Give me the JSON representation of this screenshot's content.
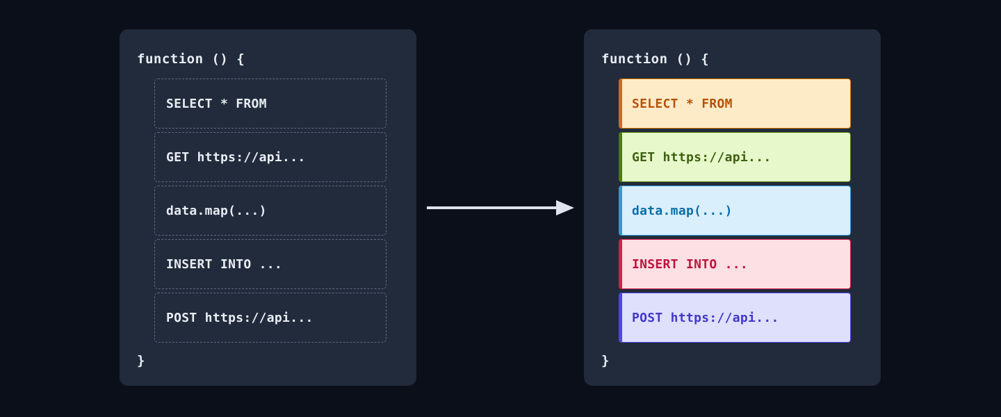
{
  "theme": {
    "page_background": "#0b0f19",
    "card_background": "#222b3b",
    "plain_text": "#e8edf5",
    "plain_border": "#5c6b80",
    "arrow_color": "#dde4ee"
  },
  "arrow": {
    "name": "transform-arrow",
    "direction": "right"
  },
  "before_panel": {
    "name": "code-panel-before",
    "open_brace": "function () {",
    "close_brace": "}",
    "rows": [
      {
        "code": "SELECT * FROM"
      },
      {
        "code": "GET https://api..."
      },
      {
        "code": "data.map(...)"
      },
      {
        "code": "INSERT INTO ..."
      },
      {
        "code": "POST https://api..."
      }
    ]
  },
  "after_panel": {
    "name": "code-panel-after",
    "open_brace": "function () {",
    "close_brace": "}",
    "rows": [
      {
        "code": "SELECT * FROM",
        "fill": "#fdebc8",
        "border": "#d97706",
        "accent": "#d2691e",
        "text": "#b45309"
      },
      {
        "code": "GET https://api...",
        "fill": "#e7f8cb",
        "border": "#4d7c0f",
        "accent": "#4d7c0f",
        "text": "#3f6212"
      },
      {
        "code": "data.map(...)",
        "fill": "#daeffc",
        "border": "#3498db",
        "accent": "#3498db",
        "text": "#0b6ea8"
      },
      {
        "code": "INSERT INTO ...",
        "fill": "#fde0e4",
        "border": "#d81f4a",
        "accent": "#d81f4a",
        "text": "#be123c"
      },
      {
        "code": "POST https://api...",
        "fill": "#dfe0fb",
        "border": "#4f46e5",
        "accent": "#4f46e5",
        "text": "#4338ca"
      }
    ]
  }
}
